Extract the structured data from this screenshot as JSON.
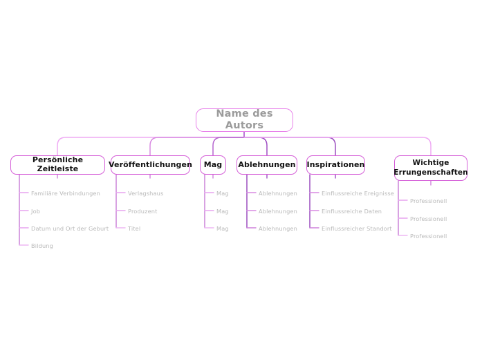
{
  "diagram": {
    "type": "mindmap",
    "title": "Name des Autors",
    "palette": {
      "root_border": "#e77fe9",
      "branch_border": "#d55fd8",
      "link_light": "#e89ff0",
      "link_dark": "#9b4fbf",
      "root_text": "#9b9b9b",
      "branch_text": "#111111",
      "leaf_text": "#b9b9b9",
      "background": "#ffffff"
    },
    "root": {
      "label": "Name des Autors"
    },
    "branches": [
      {
        "label": "Persönliche Zeitleiste",
        "children": [
          {
            "label": "Familiäre Verbindungen"
          },
          {
            "label": "Job"
          },
          {
            "label": "Datum und Ort der Geburt"
          },
          {
            "label": "Bildung"
          }
        ]
      },
      {
        "label": "Veröffentlichungen",
        "children": [
          {
            "label": "Verlagshaus"
          },
          {
            "label": "Produzent"
          },
          {
            "label": "Titel"
          }
        ]
      },
      {
        "label": "Mag",
        "children": [
          {
            "label": "Mag"
          },
          {
            "label": "Mag"
          },
          {
            "label": "Mag"
          }
        ]
      },
      {
        "label": "Ablehnungen",
        "children": [
          {
            "label": "Ablehnungen"
          },
          {
            "label": "Ablehnungen"
          },
          {
            "label": "Ablehnungen"
          }
        ]
      },
      {
        "label": "Inspirationen",
        "children": [
          {
            "label": "Einflussreiche Ereignisse"
          },
          {
            "label": "Einflussreiche Daten"
          },
          {
            "label": "Einflussreicher Standort"
          }
        ]
      },
      {
        "label_line1": "Wichtige",
        "label_line2": "Errungenschaften",
        "label": "Wichtige Errungenschaften",
        "children": [
          {
            "label": "Professionell"
          },
          {
            "label": "Professionell"
          },
          {
            "label": "Professionell"
          }
        ]
      }
    ]
  }
}
